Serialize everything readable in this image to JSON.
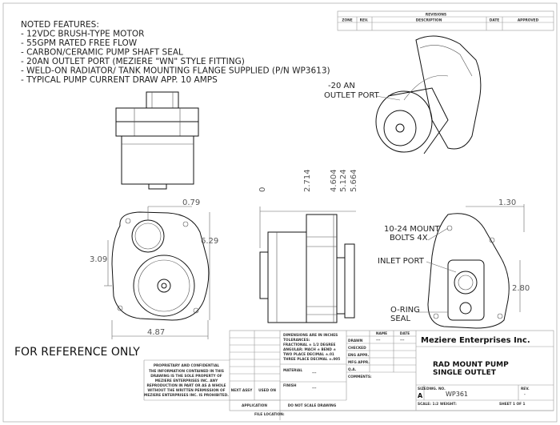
{
  "notes": {
    "heading": "NOTED FEATURES:",
    "items": [
      "- 12VDC BRUSH-TYPE MOTOR",
      "- 55GPM RATED FREE FLOW",
      "- CARBON/CERAMIC PUMP SHAFT SEAL",
      "- 20AN OUTLET PORT (MEZIERE \"WN\" STYLE FITTING)",
      "- WELD-ON RADIATOR/ TANK MOUNTING FLANGE SUPPLIED (P/N WP3613)",
      "- TYPICAL PUMP CURRENT DRAW APP. 10 AMPS"
    ]
  },
  "revision_table": {
    "title": "REVISIONS",
    "columns": [
      "ZONE",
      "REV.",
      "DESCRIPTION",
      "DATE",
      "APPROVED"
    ]
  },
  "callouts": {
    "outlet_port": [
      "-20 AN",
      "OUTLET PORT"
    ],
    "mount_bolts": [
      "10-24 MOUNT",
      "BOLTS 4X"
    ],
    "inlet_port": "INLET PORT",
    "o_ring": [
      "O-RING",
      "SEAL"
    ]
  },
  "dimensions": {
    "front_width": "4.87",
    "front_height": "6.29",
    "front_offset_x": "0.79",
    "front_offset_y": "3.09",
    "side_ordinates": [
      "0",
      "2.714",
      "4.604",
      "5.124",
      "5.664"
    ],
    "right_offset_x": "1.30",
    "right_offset_y": "2.80"
  },
  "reference_stamp": "FOR REFERENCE ONLY",
  "title_block": {
    "proprietary_heading": "PROPRIETARY AND CONFIDENTIAL",
    "proprietary_text": [
      "THE INFORMATION CONTAINED IN THIS",
      "DRAWING IS THE SOLE PROPERTY OF",
      "MEZIERE ENTERPRISES INC. ANY",
      "REPRODUCTION IN PART OR AS A WHOLE",
      "WITHOUT THE WRITTEN PERMISSION OF",
      "MEZIERE ENTERPRISES INC. IS PROHIBITED."
    ],
    "next_assy": "NEXT ASSY",
    "used_on": "USED ON",
    "application": "APPLICATION",
    "tolerance_text": [
      "DIMENSIONS ARE IN INCHES",
      "TOLERANCES:",
      "FRACTIONAL ± 1/2 DEGREE",
      "ANGULAR: MACH ±   BEND ±",
      "TWO PLACE DECIMAL   ±.01",
      "THREE PLACE DECIMAL  ±.005"
    ],
    "material_label": "MATERIAL",
    "material_value": "---",
    "finish_label": "FINISH",
    "finish_value": "---",
    "do_not_scale": "DO NOT SCALE DRAWING",
    "file_location": "FILE LOCATION:",
    "approval_headers": [
      "NAME",
      "DATE"
    ],
    "approval_rows": [
      "DRAWN",
      "CHECKED",
      "ENG APPR.",
      "MFG APPR.",
      "Q.A.",
      "COMMENTS:"
    ],
    "drawn_name": "---",
    "drawn_date": "---",
    "company": "Meziere Enterprises Inc.",
    "drawing_title": [
      "RAD MOUNT PUMP",
      "SINGLE OUTLET"
    ],
    "size_label": "SIZE",
    "size": "A",
    "dwg_no_label": "DWG. NO.",
    "dwg_no": "WP361",
    "rev_label": "REV.",
    "rev": "-",
    "scale_label": "SCALE: 1:2",
    "weight_label": "WEIGHT:",
    "sheet_label": "SHEET 1 OF 1"
  }
}
